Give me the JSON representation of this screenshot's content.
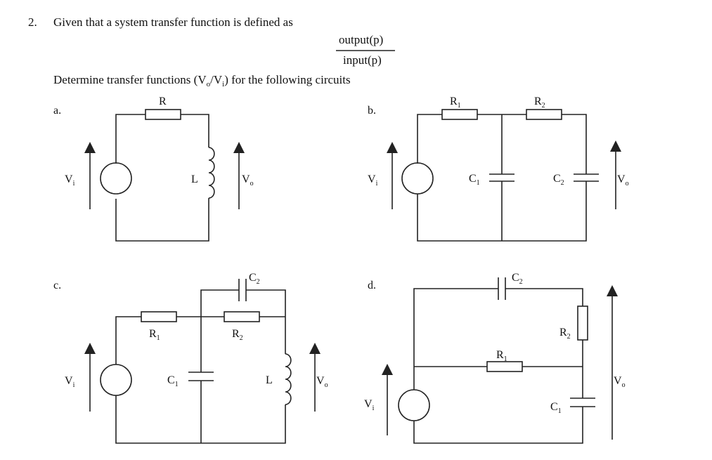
{
  "question": {
    "number": "2.",
    "intro": "Given that a system transfer function is defined as",
    "numerator": "output(p)",
    "denominator": "input(p)",
    "instruction_prefix": "Determine transfer functions (V",
    "instruction_o": "o",
    "instruction_mid": "/V",
    "instruction_i": "i",
    "instruction_suffix": ") for the following circuits"
  },
  "circuits": {
    "a": {
      "label": "a.",
      "R": "R",
      "L": "L"
    },
    "b": {
      "label": "b.",
      "R1": "R",
      "R2": "R",
      "C1": "C",
      "C2": "C"
    },
    "c": {
      "label": "c.",
      "R1": "R",
      "R2": "R",
      "C1": "C",
      "C2": "C",
      "L": "L"
    },
    "d": {
      "label": "d.",
      "R1": "R",
      "R2": "R",
      "C1": "C",
      "C2": "C"
    }
  },
  "labels": {
    "Vi": "V",
    "Vi_sub": "i",
    "Vo": "V",
    "Vo_sub": "o",
    "sub1": "1",
    "sub2": "2"
  }
}
